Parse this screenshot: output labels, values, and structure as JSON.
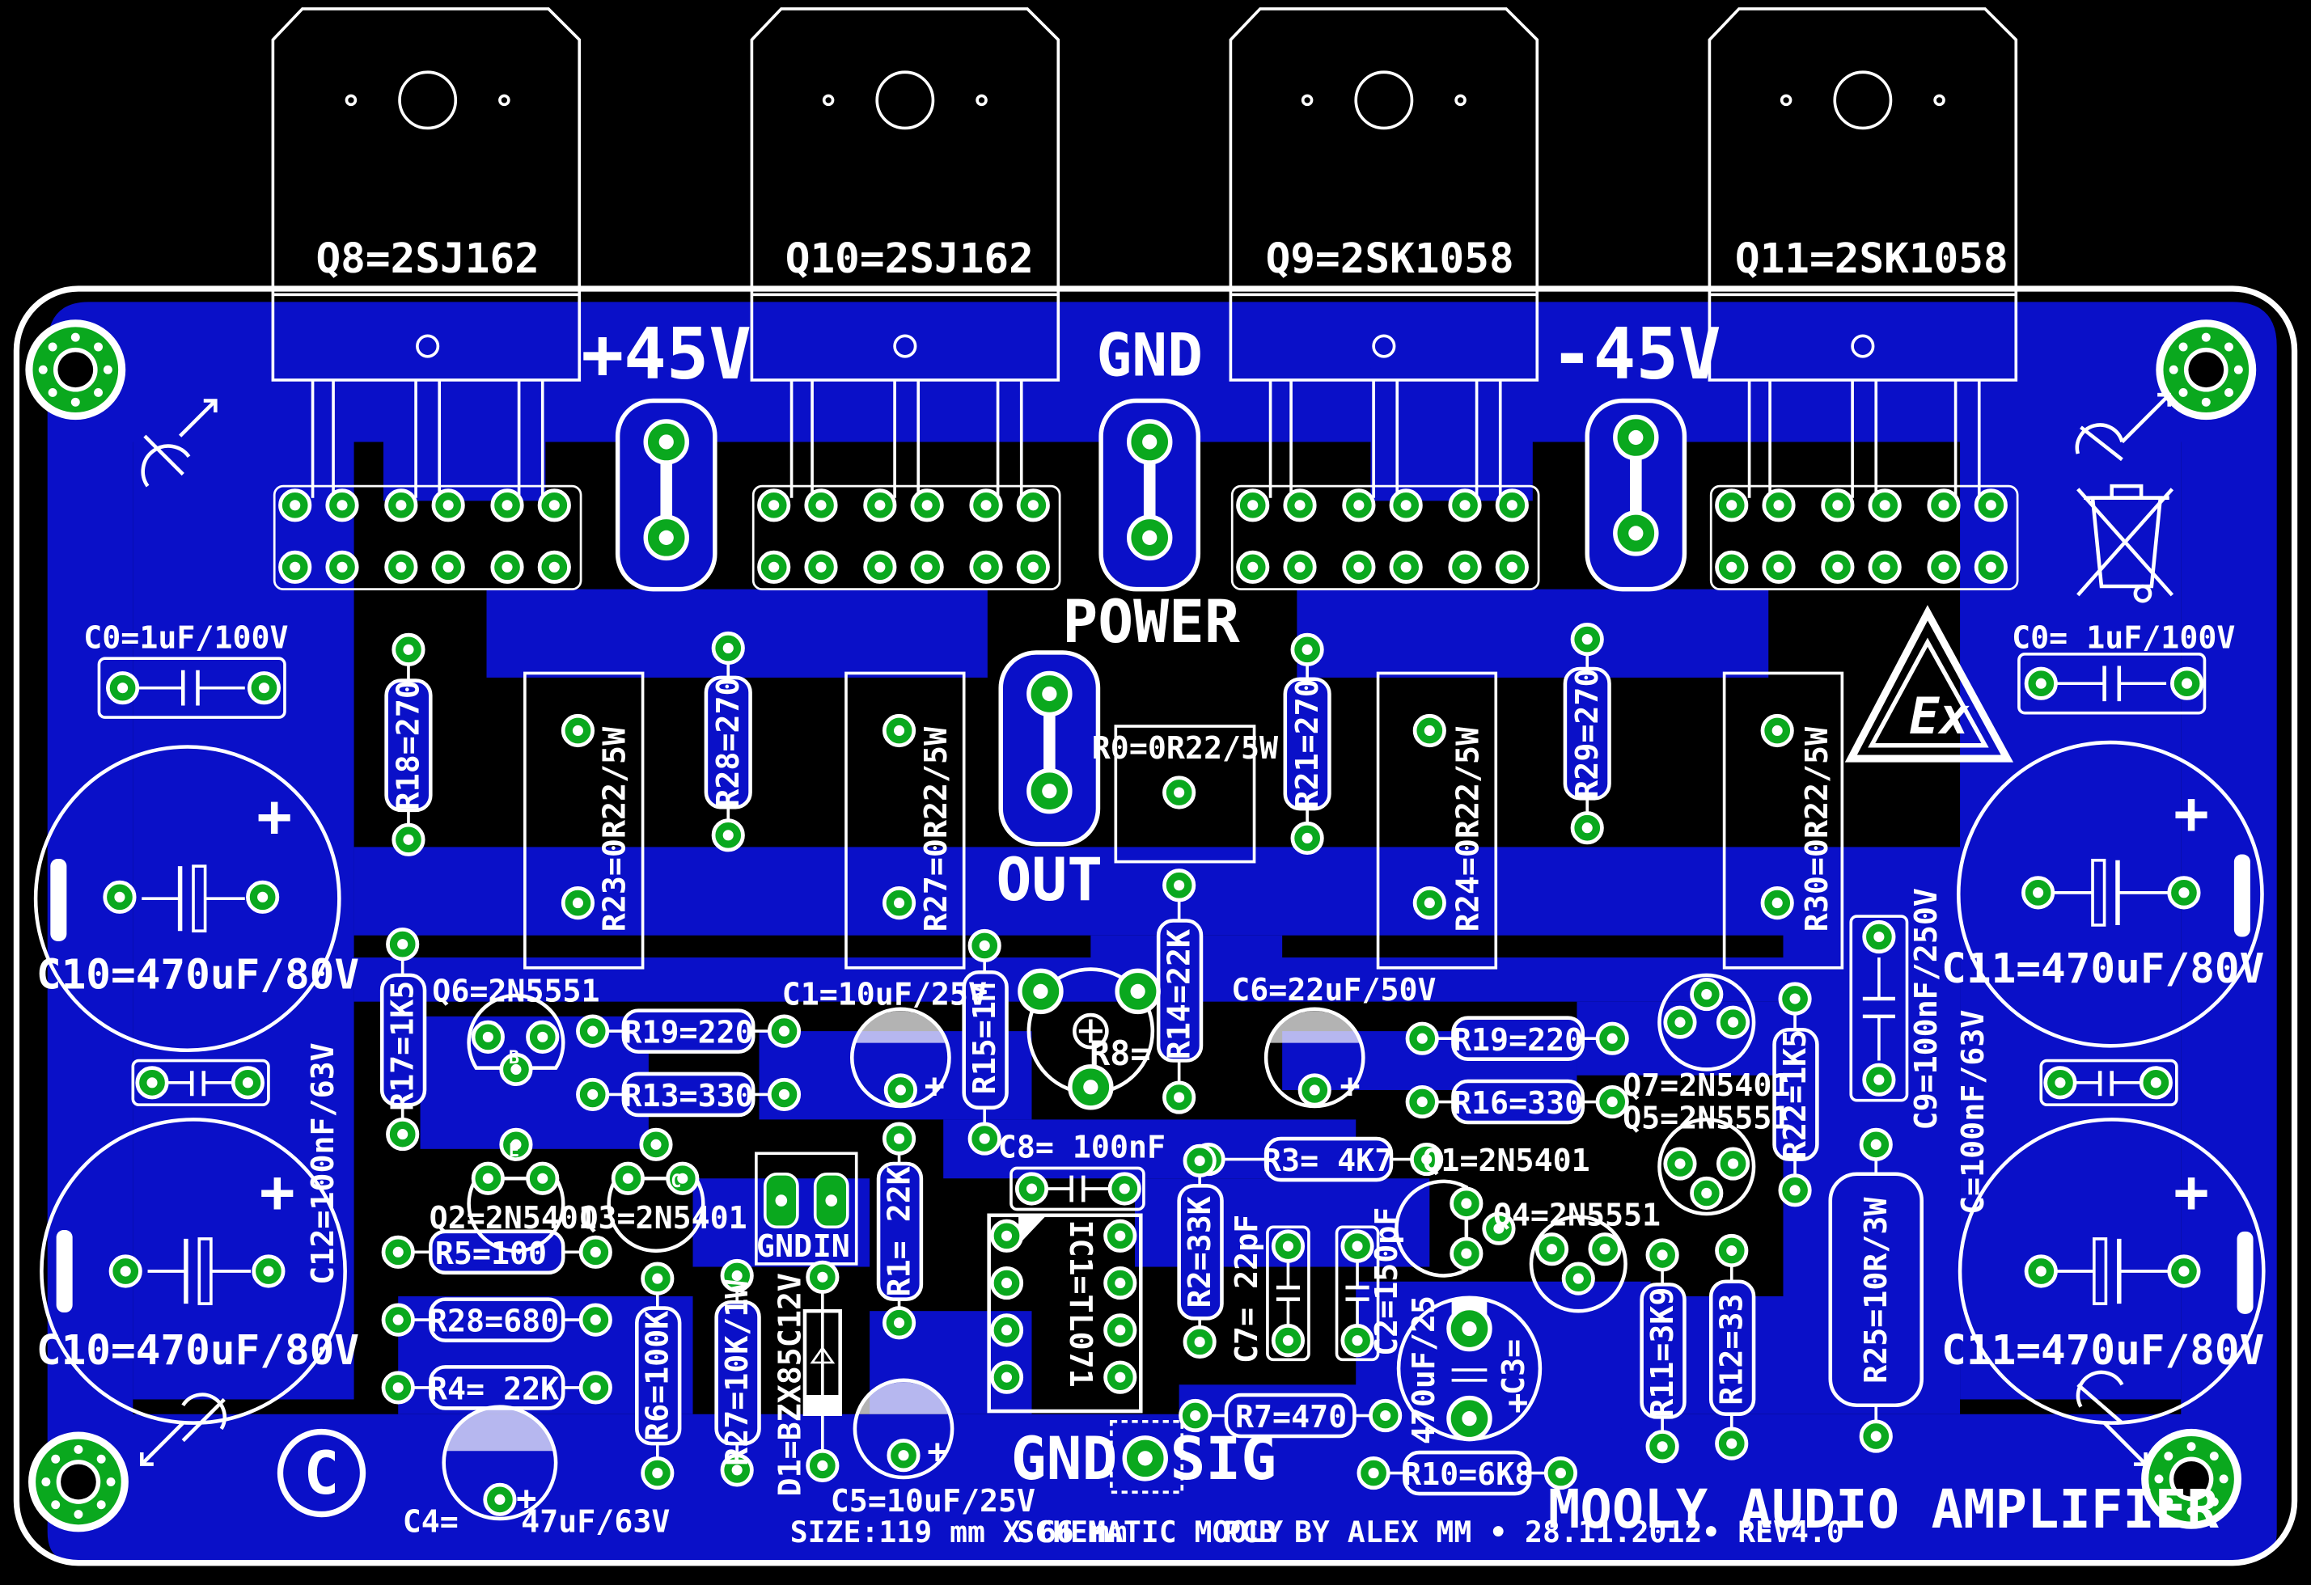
{
  "board": {
    "title": "MOOLY AUDIO AMPLIFIER",
    "info": {
      "size": "SIZE:119 mm X 66 mm",
      "schematic": "SCHEMATIC MOOLY",
      "pcb_by": "PCB BY ALEX MM • 28.11.2012• REV4.0"
    },
    "logo_copyright": "C",
    "logo_ex": "Ex"
  },
  "colors": {
    "background": "#000000",
    "copper": "#0a10c8",
    "silk": "#ffffff",
    "pad": "#0aa81e"
  },
  "terminals": {
    "pos_supply": "+45V",
    "gnd": "GND",
    "neg_supply": "-45V",
    "power": "POWER",
    "out": "OUT",
    "gnd_sig": "GND",
    "sig": "SIG",
    "in_gnd": "GND",
    "in_in": "IN"
  },
  "transistors_power": {
    "q8": "Q8=2SJ162",
    "q10": "Q10=2SJ162",
    "q9": "Q9=2SK1058",
    "q11": "Q11=2SK1058"
  },
  "capacitors": {
    "c0_left": "C0=1uF/100V",
    "c0_right": "C0= 1uF/100V",
    "c10_top": "C10=470uF/80V",
    "c10_bottom": "C10=470uF/80V",
    "c11_top": "C11=470uF/80V",
    "c11_bottom": "C11=470uF/80V",
    "c12": "C12=100nF/63V",
    "c_right": "C=100nF/63V",
    "c1": "C1=10uF/25V",
    "c6": "C6=22uF/50V",
    "c8": "C8= 100nF",
    "c7": "C7= 22pF",
    "c2": "C2=150pF",
    "c3": "470uF/25",
    "c3_name": "C3=",
    "c5": "C5=10uF/25V",
    "c4_name": "C4=",
    "c4_val": "47uF/63V",
    "c9": "C9=100nF/250V"
  },
  "resistors": {
    "r18": "R18=270",
    "r28a": "R28=270",
    "r21": "R21=270",
    "r29": "R29=270",
    "r23": "R23=0R22/5W",
    "r27a": "R27=0R22/5W",
    "r0": "R0=0R22/5W",
    "r24": "R24=0R22/5W",
    "r30": "R30=0R22/5W",
    "r17": "R17=1K5",
    "r19a": "R19=220",
    "r13": "R13=330",
    "r15": "R15=1M",
    "r14": "R14=22K",
    "r8": "R8=",
    "r19b": "R19=220",
    "r16": "R16=330",
    "r22": "R22=1K5",
    "r3": "R3= 4K7",
    "r5": "R5=100",
    "r28b": "R28=680",
    "r4": "R4= 22K",
    "r6": "R6=100K",
    "r27b": "R27=10K/1W",
    "r1": "R1= 22K",
    "r2": "R2=33K",
    "r7": "R7=470",
    "r10": "R10=6K8",
    "r11": "R11=3K9",
    "r12": "R12=33",
    "r25": "R25=10R/3W"
  },
  "semis": {
    "q6": "Q6=2N5551",
    "q2": "Q2=2N5401",
    "q3": "Q3=2N5401",
    "q7": "Q7=2N5401",
    "q5": "Q5=2N5551",
    "q1": "Q1=2N5401",
    "q4": "Q4=2N5551",
    "d1": "D1=BZX85C12V",
    "ic1": "IC1=TL071"
  },
  "pin_letters": {
    "e": "E",
    "b": "B",
    "c": "C"
  }
}
